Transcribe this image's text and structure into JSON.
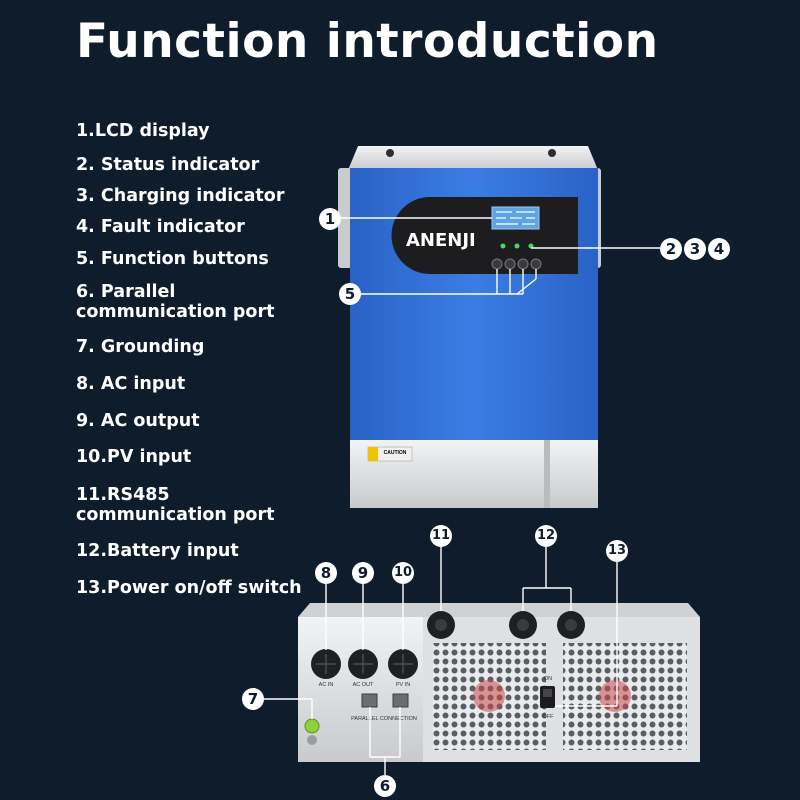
{
  "title": "Function introduction",
  "features": [
    {
      "text": "1.LCD display"
    },
    {
      "text": "2. Status indicator"
    },
    {
      "text": "3. Charging indicator"
    },
    {
      "text": "4. Fault indicator"
    },
    {
      "text": "5. Function buttons"
    },
    {
      "text": "6. Parallel communication port"
    },
    {
      "text": "7. Grounding"
    },
    {
      "text": "8. AC input"
    },
    {
      "text": "9. AC output"
    },
    {
      "text": "10.PV input"
    },
    {
      "text": "11.RS485 communication port"
    },
    {
      "text": "12.Battery input"
    },
    {
      "text": "13.Power on/off switch"
    }
  ],
  "front_panel": {
    "brand": "ANENJI",
    "caution_label": "CAUTION",
    "colors": {
      "body": "#2f6fd6",
      "panel": "#1c1c1c",
      "base": "#d9dadc"
    }
  },
  "bottom_panel": {
    "port_labels": {
      "ac_in": "AC IN",
      "ac_out": "AC OUT",
      "pv_in": "PV IN"
    },
    "parallel_label": "PARALLEL CONNECTION",
    "switch_on": "ON",
    "switch_off": "OFF"
  },
  "callouts": {
    "c1": "1",
    "c2": "2",
    "c3": "3",
    "c4": "4",
    "c5": "5",
    "c6": "6",
    "c7": "7",
    "c8": "8",
    "c9": "9",
    "c10": "10",
    "c11": "11",
    "c12": "12",
    "c13": "13"
  }
}
